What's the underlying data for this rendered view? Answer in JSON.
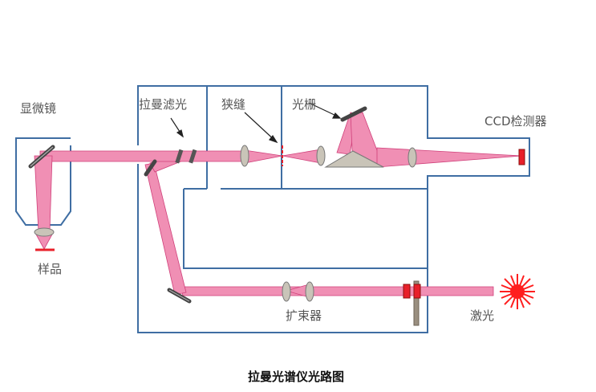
{
  "labels": {
    "microscope": "显微镜",
    "raman_filter": "拉曼滤光",
    "slit": "狭缝",
    "grating": "光栅",
    "ccd": "CCD检测器",
    "sample": "样品",
    "beam_expander": "扩束器",
    "laser": "激光"
  },
  "caption": "拉曼光谱仪光路图",
  "colors": {
    "beam_fill": "#f08fb4",
    "beam_stroke": "#d0407a",
    "housing": "#3f6ea3",
    "lens": "#c9c4b8",
    "red_part": "#e8202a",
    "laser_burst": "#ff1f1f",
    "post": "#9a8f80"
  }
}
